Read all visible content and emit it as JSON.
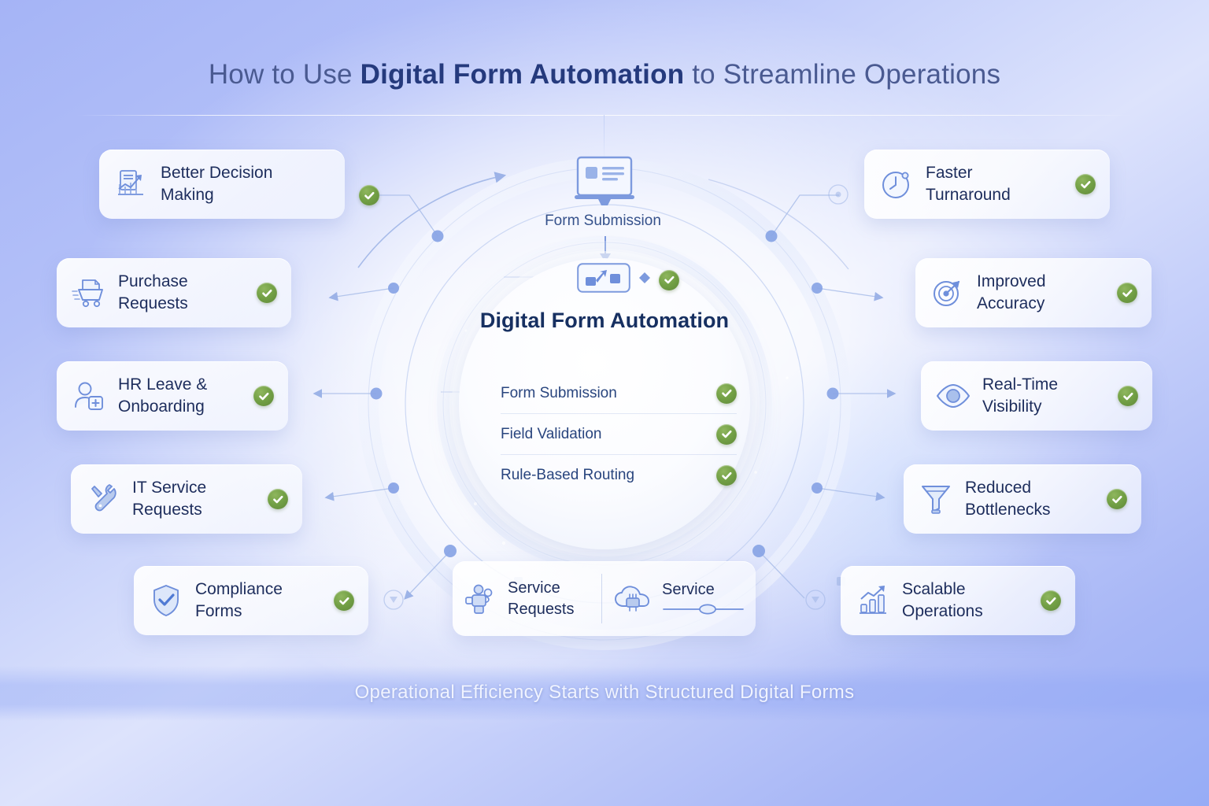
{
  "title": {
    "prefix": "How to Use ",
    "emphasis": "Digital Form Automation",
    "suffix": " to Streamline Operations"
  },
  "hub": {
    "top_node_caption": "Form Submission",
    "top_node_icon": "monitor-form-icon",
    "chip_icon": "workflow-routing-icon",
    "title": "Digital Form\nAutomation",
    "steps": [
      {
        "label": "Form Submission",
        "status_icon": "green-check-icon"
      },
      {
        "label": "Field Validation",
        "status_icon": "green-check-icon"
      },
      {
        "label": "Rule-Based Routing",
        "status_icon": "green-check-icon"
      }
    ]
  },
  "left_cards": [
    {
      "label": "Better Decision\nMaking",
      "icon": "chart-growth-document-icon",
      "checked": true
    },
    {
      "label": "Purchase\nRequests",
      "icon": "shopping-cart-document-icon",
      "checked": true
    },
    {
      "label": "HR Leave &\nOnboarding",
      "icon": "user-add-icon",
      "checked": true
    },
    {
      "label": "IT Service\nRequests",
      "icon": "wrench-tools-icon",
      "checked": true
    },
    {
      "label": "Compliance\nForms",
      "icon": "shield-check-icon",
      "checked": true
    }
  ],
  "right_cards": [
    {
      "label": "Faster\nTurnaround",
      "icon": "stopwatch-clock-icon",
      "checked": true
    },
    {
      "label": "Improved\nAccuracy",
      "icon": "target-dart-icon",
      "checked": true
    },
    {
      "label": "Real-Time\nVisibility",
      "icon": "eye-visibility-icon",
      "checked": true
    },
    {
      "label": "Reduced\nBottlenecks",
      "icon": "funnel-filter-icon",
      "checked": true
    },
    {
      "label": "Scalable\nOperations",
      "icon": "bar-chart-growth-icon",
      "checked": true
    }
  ],
  "bottom_card": {
    "left": {
      "label": "Service\nRequests",
      "icon": "people-group-icon"
    },
    "right": {
      "label": "Service",
      "icon": "cloud-integration-icon",
      "control": "slider-control"
    }
  },
  "footer": {
    "text": "Operational Efficiency Starts with Structured Digital Forms"
  },
  "colors": {
    "background_start": "#a5b4f6",
    "background_end": "#96acf6",
    "title_accent": "#253a7d",
    "title_base": "#4a5a91",
    "card_text": "#1d2d5c",
    "check_green": "#72a045",
    "icon_blue": "#6f8fdb",
    "hub_title": "#173061"
  }
}
